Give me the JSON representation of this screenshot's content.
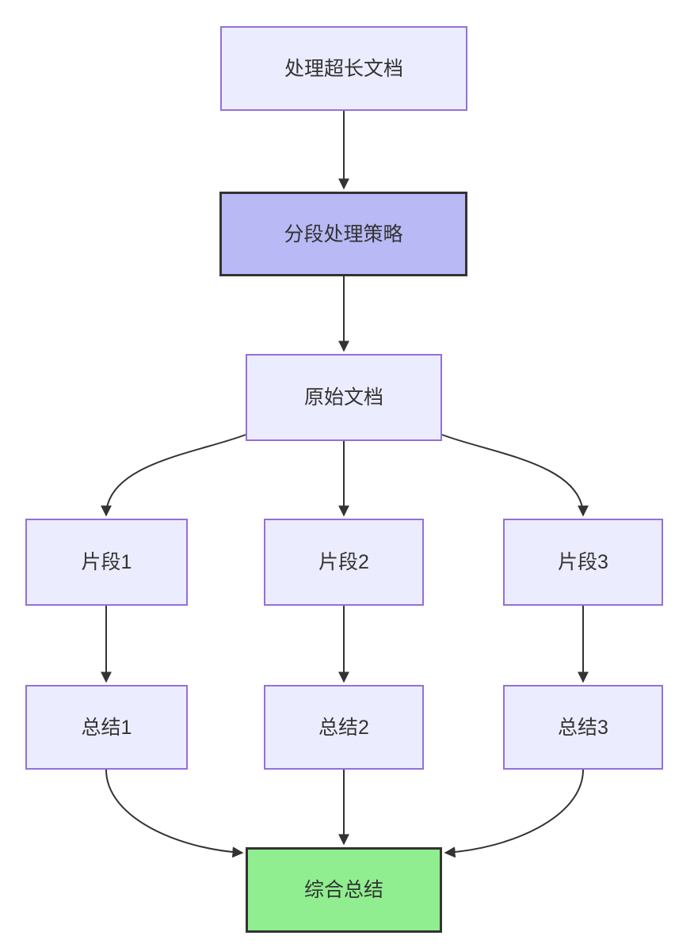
{
  "diagram": {
    "type": "flowchart",
    "direction": "top-down",
    "background": "#ffffff",
    "edge_color": "#333333",
    "text_color": "#333333",
    "nodes": [
      {
        "id": "process-long-document",
        "label": "处理超长文档",
        "fill": "#ECECFF",
        "stroke": "#9370DB",
        "stroke_width": 2
      },
      {
        "id": "segmentation-strategy",
        "label": "分段处理策略",
        "fill": "#B9B9F6",
        "stroke": "#333333",
        "stroke_width": 3
      },
      {
        "id": "original-document",
        "label": "原始文档",
        "fill": "#ECECFF",
        "stroke": "#9370DB",
        "stroke_width": 2
      },
      {
        "id": "fragment-1",
        "label": "片段1",
        "fill": "#ECECFF",
        "stroke": "#9370DB",
        "stroke_width": 2
      },
      {
        "id": "fragment-2",
        "label": "片段2",
        "fill": "#ECECFF",
        "stroke": "#9370DB",
        "stroke_width": 2
      },
      {
        "id": "fragment-3",
        "label": "片段3",
        "fill": "#ECECFF",
        "stroke": "#9370DB",
        "stroke_width": 2
      },
      {
        "id": "summary-1",
        "label": "总结1",
        "fill": "#ECECFF",
        "stroke": "#9370DB",
        "stroke_width": 2
      },
      {
        "id": "summary-2",
        "label": "总结2",
        "fill": "#ECECFF",
        "stroke": "#9370DB",
        "stroke_width": 2
      },
      {
        "id": "summary-3",
        "label": "总结3",
        "fill": "#ECECFF",
        "stroke": "#9370DB",
        "stroke_width": 2
      },
      {
        "id": "combined-summary",
        "label": "综合总结",
        "fill": "#90EE90",
        "stroke": "#333333",
        "stroke_width": 3
      }
    ],
    "edges": [
      {
        "from": "process-long-document",
        "to": "segmentation-strategy"
      },
      {
        "from": "segmentation-strategy",
        "to": "original-document"
      },
      {
        "from": "original-document",
        "to": "fragment-1"
      },
      {
        "from": "original-document",
        "to": "fragment-2"
      },
      {
        "from": "original-document",
        "to": "fragment-3"
      },
      {
        "from": "fragment-1",
        "to": "summary-1"
      },
      {
        "from": "fragment-2",
        "to": "summary-2"
      },
      {
        "from": "fragment-3",
        "to": "summary-3"
      },
      {
        "from": "summary-1",
        "to": "combined-summary"
      },
      {
        "from": "summary-2",
        "to": "combined-summary"
      },
      {
        "from": "summary-3",
        "to": "combined-summary"
      }
    ]
  }
}
